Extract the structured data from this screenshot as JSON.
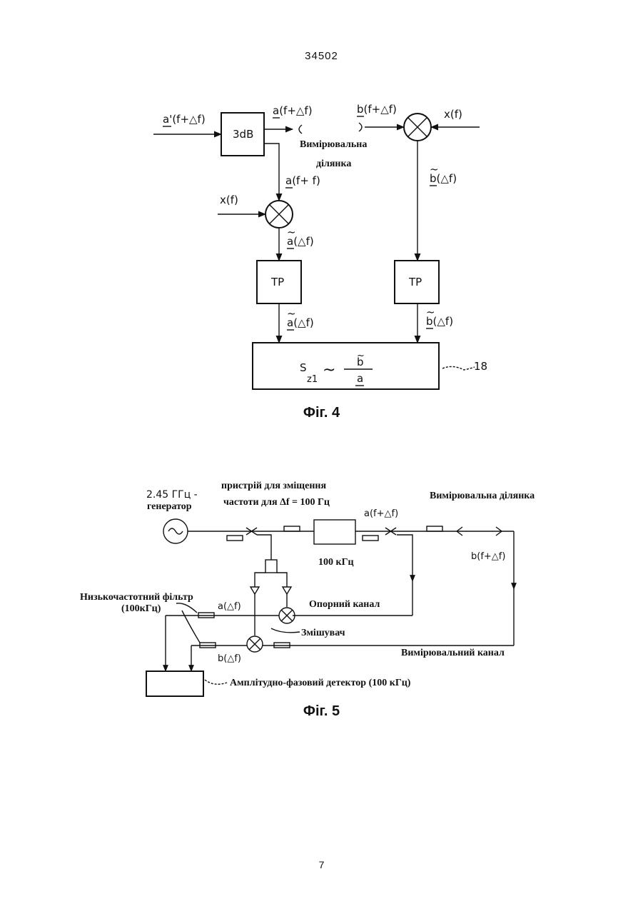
{
  "header": {
    "doc_number": "34502"
  },
  "footer": {
    "page_number": "7"
  },
  "fig4": {
    "caption": "Фіг. 4",
    "a_prime_input": "a'(f+△f)",
    "splitter": "3dB",
    "a_out": "a(f+△f)",
    "b_in": "b(f+△f)",
    "x_right": "x(f)",
    "x_left": "x(f)",
    "measure_line1": "Вимірювальна",
    "measure_line2": "ділянка",
    "a_mid": "a(f+  f)",
    "b_tilde_top": "b(△f)",
    "a_tilde_top": "a(△f)",
    "tp_left": "TP",
    "tp_right": "TP",
    "a_tilde_bottom": "a(△f)",
    "b_tilde_bottom": "b(△f)",
    "s_label": "S",
    "s_sub": "z1",
    "tilde_sym": "~",
    "frac_num": "b",
    "frac_den": "a",
    "ref_18": "18"
  },
  "fig5": {
    "caption": "Фіг. 5",
    "gen_freq": "2.45   ГГц -",
    "gen_label": "генератор",
    "shift_line1": "пристрій для зміщення",
    "shift_line2": "частоти для Δf = 100 Гц",
    "a_label": "a(f+△f)",
    "measure_section": "Вимірювальна ділянка",
    "khz_100": "100 кГц",
    "b_label": "b(f+△f)",
    "lpf_line1": "Низькочастотний фільтр",
    "lpf_line2": "(100кГц)",
    "a_tilde": "a(△f)",
    "ref_channel": "Опорний канал",
    "mixer": "Змішувач",
    "b_tilde": "b(△f)",
    "measure_channel": "Вимірювальний канал",
    "detector": "Амплітудно-фазовий детектор (100 кГц)"
  }
}
